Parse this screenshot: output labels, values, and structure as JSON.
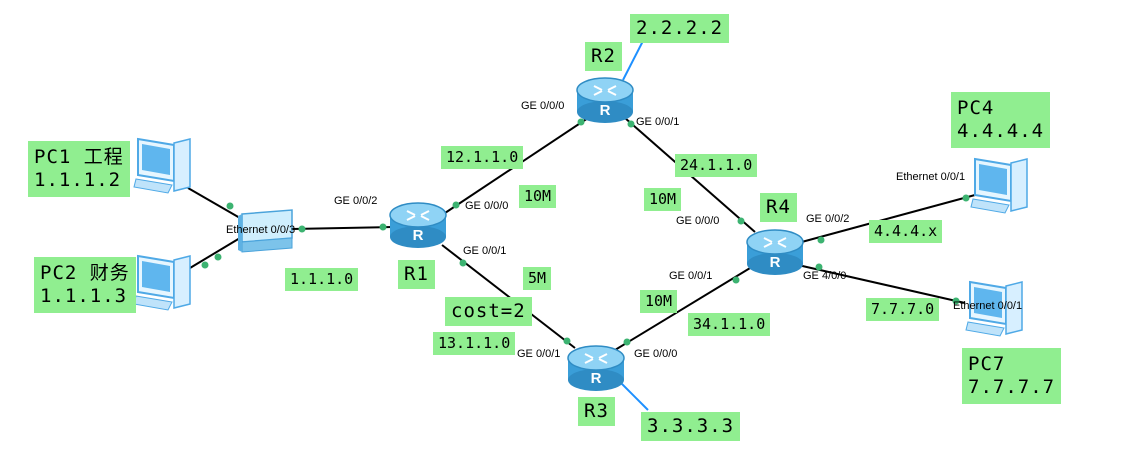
{
  "colors": {
    "label_bg": "#90ee90",
    "link": "#000000",
    "loopback_link": "#1e90ff",
    "port_dot": "#3cb371",
    "router": "#4fb4e8",
    "pc": "#4fa9e6"
  },
  "devices": {
    "r1": "R1",
    "r2": "R2",
    "r3": "R3",
    "r4": "R4",
    "pc1": "PC1 工程\n1.1.1.2",
    "pc2": "PC2 财务\n1.1.1.3",
    "pc4": "PC4\n4.4.4.4",
    "pc7": "PC7\n7.7.7.7"
  },
  "networks": {
    "lan1": "1.1.1.0",
    "r1_r2": "12.1.1.0",
    "r1_r3": "13.1.1.0",
    "r2_r4": "24.1.1.0",
    "r3_r4": "34.1.1.0",
    "r4_pc4": "4.4.4.x",
    "r4_pc7": "7.7.7.0",
    "r2_loop": "2.2.2.2",
    "r3_loop": "3.3.3.3"
  },
  "links": {
    "r1_r2_bw": "10M",
    "r1_r3_bw": "5M",
    "r1_r3_cost": "cost=2",
    "r2_r4_bw": "10M",
    "r3_r4_bw": "10M"
  },
  "ports": {
    "r1_g002": "GE 0/0/2",
    "r1_g000": "GE 0/0/0",
    "r1_g001": "GE 0/0/1",
    "r2_g000": "GE 0/0/0",
    "r2_g001": "GE 0/0/1",
    "r3_g001": "GE 0/0/1",
    "r3_g000": "GE 0/0/0",
    "r4_g000": "GE 0/0/0",
    "r4_g001": "GE 0/0/1",
    "r4_g002": "GE 0/0/2",
    "r4_g400": "GE 4/0/0",
    "pc4_eth": "Ethernet 0/0/1",
    "pc7_eth": "Ethernet 0/0/1",
    "sw_eth": "Ethernet 0/0/3"
  },
  "icons": {
    "router": "router-icon",
    "switch": "switch-icon",
    "pc": "pc-icon"
  }
}
